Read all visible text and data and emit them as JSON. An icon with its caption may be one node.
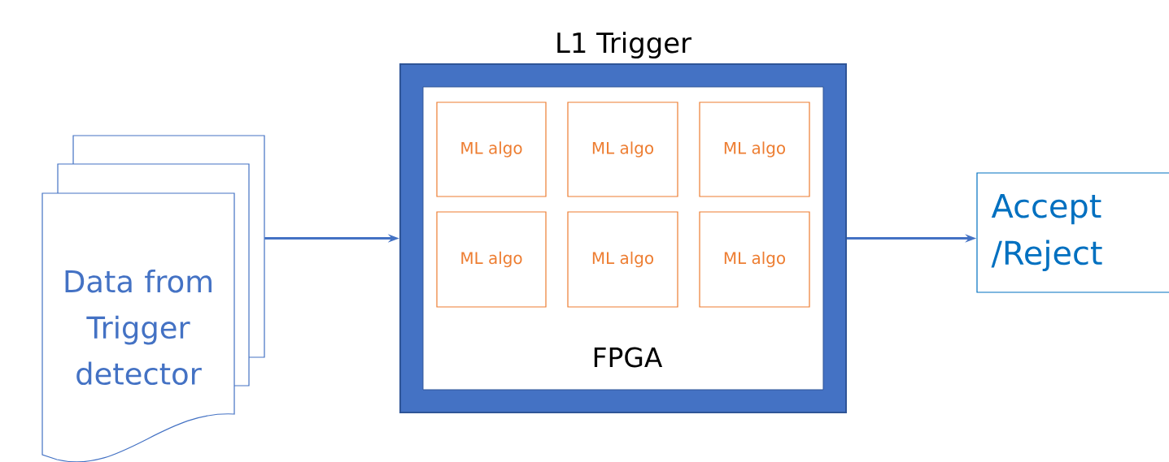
{
  "diagram": {
    "nodes": [
      {
        "text": [
          "Data from Trigger detector"
        ]
      },
      {
        "text": [
          "L1 Trigger"
        ]
      },
      {
        "text": [
          "FPGA"
        ],
        "in": 1
      },
      {
        "text": [
          "ML algo"
        ],
        "in": 2
      },
      {
        "text": [
          "ML algo"
        ],
        "in": 2
      },
      {
        "text": [
          "ML algo"
        ],
        "in": 2
      },
      {
        "text": [
          "ML algo"
        ],
        "in": 2
      },
      {
        "text": [
          "ML algo"
        ],
        "in": 2
      },
      {
        "text": [
          "ML algo"
        ],
        "in": 2
      },
      {
        "text": [
          "Accept /Reject"
        ]
      }
    ],
    "edges": [
      {
        "from": 0,
        "to": 1,
        "arrow": "to"
      },
      {
        "from": 1,
        "to": 9,
        "arrow": "to"
      }
    ]
  }
}
